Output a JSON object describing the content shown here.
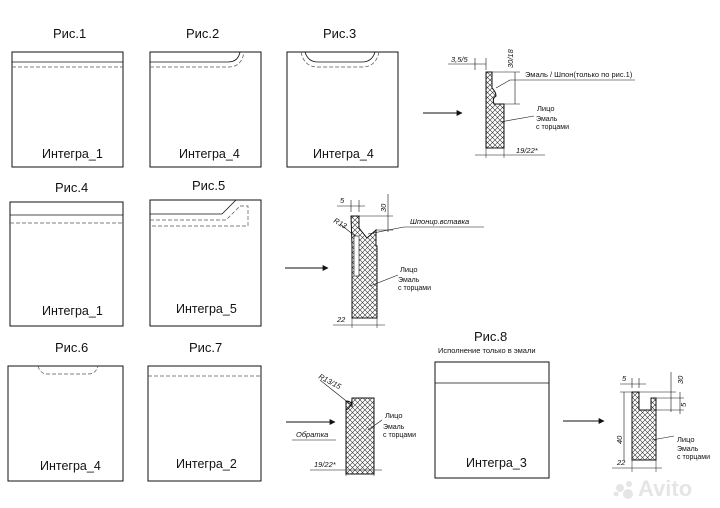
{
  "figures": {
    "fig1": {
      "title": "Рис.1",
      "label": "Интегра_1"
    },
    "fig2": {
      "title": "Рис.2",
      "label": "Интегра_4"
    },
    "fig3": {
      "title": "Рис.3",
      "label": "Интегра_4"
    },
    "fig4": {
      "title": "Рис.4",
      "label": "Интегра_1"
    },
    "fig5": {
      "title": "Рис.5",
      "label": "Интегра_5"
    },
    "fig6": {
      "title": "Рис.6",
      "label": "Интегра_4"
    },
    "fig7": {
      "title": "Рис.7",
      "label": "Интегра_2"
    },
    "fig8": {
      "title": "Рис.8",
      "subtitle": "Исполнение только в эмали",
      "label": "Интегра_3"
    }
  },
  "profiles": {
    "p1": {
      "dim_top": "3,5/5",
      "dim_right": "30/18",
      "dim_bottom": "19/22*",
      "callout_top": "Эмаль / Шпон(только по рис.1)",
      "face": "Лицо",
      "enamel1": "Эмаль",
      "enamel2": "с торцами"
    },
    "p2": {
      "dim_top": "5",
      "dim_right": "30",
      "radius": "R13",
      "dim_bottom": "22",
      "callout_top": "Шпонир.вставка",
      "face": "Лицо",
      "enamel1": "Эмаль",
      "enamel2": "с торцами"
    },
    "p3": {
      "radius": "R13/15",
      "dim_bottom": "19/22*",
      "reverse": "Обратка",
      "face": "Лицо",
      "enamel1": "Эмаль",
      "enamel2": "с торцами"
    },
    "p4": {
      "dim_top": "5",
      "dim_right": "30",
      "dim_right2": "5",
      "dim_left": "40",
      "dim_bottom": "22",
      "face": "Лицо",
      "enamel1": "Эмаль",
      "enamel2": "с торцами"
    }
  },
  "watermark": {
    "text": "Avito"
  }
}
